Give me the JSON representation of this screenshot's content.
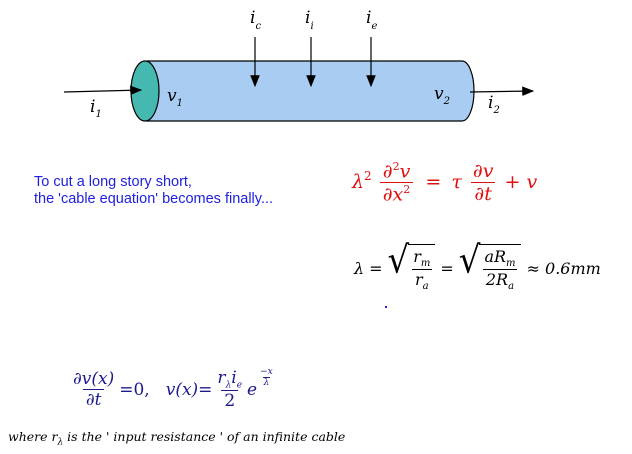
{
  "diagram": {
    "labels": {
      "i1": "i",
      "i1_sub": "1",
      "i2": "i",
      "i2_sub": "2",
      "ic": "i",
      "ic_sub": "c",
      "ii": "i",
      "ii_sub": "i",
      "ie": "i",
      "ie_sub": "e",
      "v1": "v",
      "v1_sub": "1",
      "v2": "v",
      "v2_sub": "2"
    },
    "colors": {
      "cable_fill": "#a8ccf2",
      "cable_end": "#45b8b0",
      "stroke": "#000000"
    }
  },
  "intro": {
    "line1": "To cut a long story short,",
    "line2": "the 'cable equation' becomes finally..."
  },
  "cable_equation": {
    "lambda": "λ",
    "sup2": "2",
    "d2": "∂",
    "v": "v",
    "dx": "∂x",
    "eq": "=",
    "tau": "τ",
    "dv": "∂v",
    "dt": "∂t",
    "plus_v": "+ v",
    "color": "#e01010"
  },
  "lambda_equation": {
    "lambda": "λ",
    "eq1": "=",
    "r": "r",
    "m": "m",
    "a": "a",
    "eq2": "=",
    "aR": "aR",
    "twoR": "2R",
    "approx": "≈ 0.6mm"
  },
  "steady_state": {
    "dvx": "∂v(x)",
    "dt": "∂t",
    "eq_zero": "=0,",
    "vx": "v(x)=",
    "r": "r",
    "lam_sub": "λ",
    "i": "i",
    "e_sub": "e",
    "two": "2",
    "exp_e": "e",
    "exp_num": "−x",
    "exp_den": "λ",
    "color": "#1a1a8c"
  },
  "footnote": {
    "text_a": "where r",
    "sub": "λ",
    "text_b": " is the ' input resistance ' of an infinite cable"
  }
}
